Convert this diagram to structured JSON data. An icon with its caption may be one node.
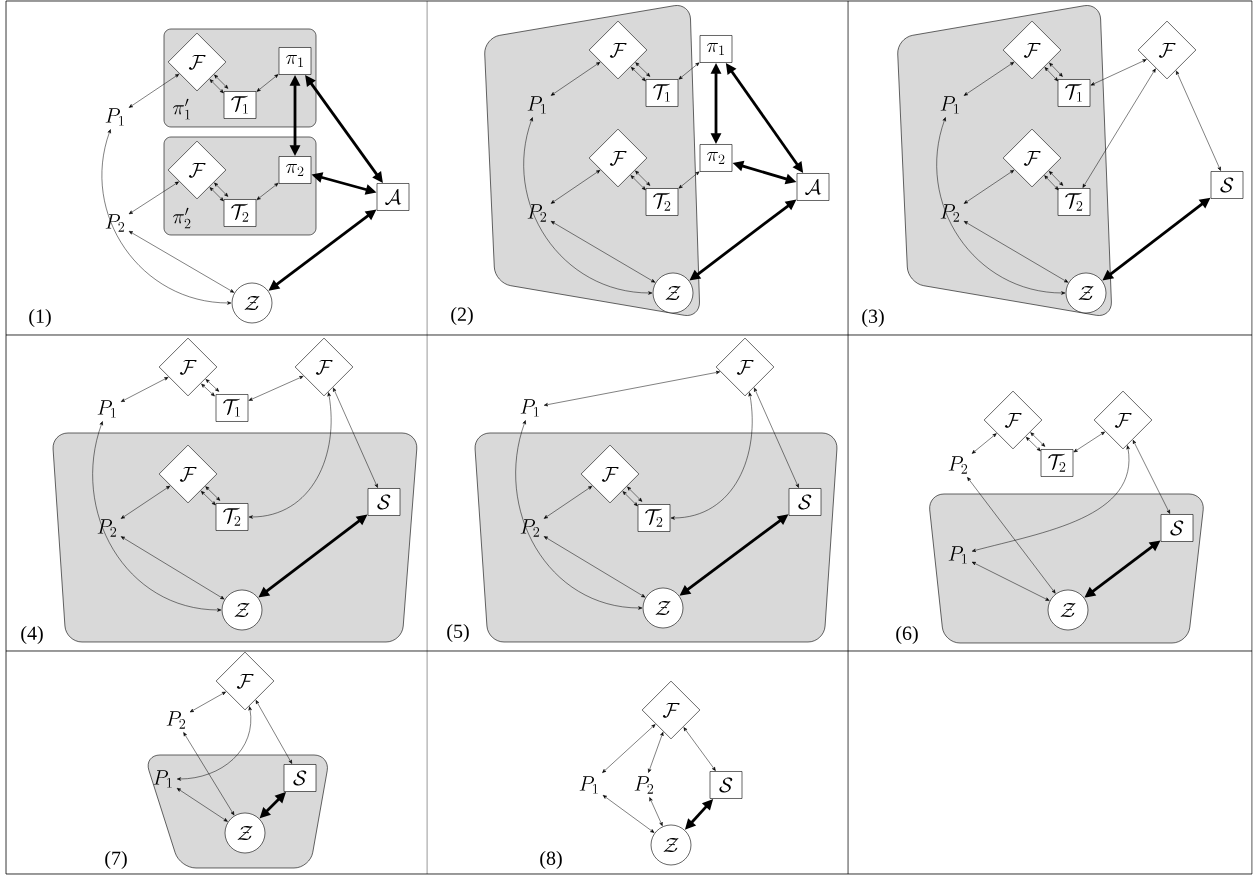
{
  "diagram": {
    "nodes": [
      {
        "text": [
          "\\pi'_1"
        ]
      },
      {
        "text": [
          "\\mathcal{F}"
        ],
        "in": 0
      },
      {
        "text": [
          "\\mathcal{T}_1"
        ],
        "in": 0
      },
      {
        "text": [
          "\\pi_1"
        ],
        "in": 0
      },
      {
        "text": [
          "P_1"
        ]
      },
      {
        "text": [
          "\\pi'_2"
        ]
      },
      {
        "text": [
          "\\mathcal{F}"
        ],
        "in": 5
      },
      {
        "text": [
          "\\mathcal{T}_2"
        ],
        "in": 5
      },
      {
        "text": [
          "\\pi_2"
        ],
        "in": 5
      },
      {
        "text": [
          "P_2"
        ]
      },
      {
        "text": [
          "\\mathcal{A}"
        ]
      },
      {
        "text": [
          "\\mathcal{Z}"
        ]
      },
      {
        "text": [],
        "shape": "box"
      },
      {
        "text": [
          "\\mathcal{F}"
        ],
        "in": 12
      },
      {
        "text": [
          "\\mathcal{T}_1"
        ],
        "in": 12
      },
      {
        "text": [
          "P_1"
        ],
        "in": 12
      },
      {
        "text": [
          "\\mathcal{F}"
        ],
        "in": 12
      },
      {
        "text": [
          "\\mathcal{T}_2"
        ],
        "in": 12
      },
      {
        "text": [
          "P_2"
        ],
        "in": 12
      },
      {
        "text": [
          "\\mathcal{Z}"
        ],
        "in": 12
      },
      {
        "text": [
          "\\pi_1"
        ]
      },
      {
        "text": [
          "\\pi_2"
        ]
      },
      {
        "text": [
          "\\mathcal{A}"
        ]
      },
      {
        "text": [],
        "shape": "box"
      },
      {
        "text": [
          "\\mathcal{F}"
        ],
        "in": 23
      },
      {
        "text": [
          "\\mathcal{T}_1"
        ],
        "in": 23
      },
      {
        "text": [
          "P_1"
        ],
        "in": 23
      },
      {
        "text": [
          "\\mathcal{F}"
        ],
        "in": 23
      },
      {
        "text": [
          "\\mathcal{T}_2"
        ],
        "in": 23
      },
      {
        "text": [
          "P_2"
        ],
        "in": 23
      },
      {
        "text": [
          "\\mathcal{Z}"
        ],
        "in": 23
      },
      {
        "text": [
          "\\mathcal{F}"
        ]
      },
      {
        "text": [
          "\\mathcal{S}"
        ]
      },
      {
        "text": [
          "\\mathcal{F}"
        ]
      },
      {
        "text": [
          "\\mathcal{T}_1"
        ]
      },
      {
        "text": [
          "P_1"
        ]
      },
      {
        "text": [
          "\\mathcal{F}"
        ]
      },
      {
        "text": [],
        "shape": "box"
      },
      {
        "text": [
          "\\mathcal{F}"
        ],
        "in": 37
      },
      {
        "text": [
          "\\mathcal{T}_2"
        ],
        "in": 37
      },
      {
        "text": [
          "P_2"
        ],
        "in": 37
      },
      {
        "text": [
          "\\mathcal{S}"
        ],
        "in": 37
      },
      {
        "text": [
          "\\mathcal{Z}"
        ],
        "in": 37
      },
      {
        "text": [
          "P_1"
        ]
      },
      {
        "text": [
          "\\mathcal{F}"
        ]
      },
      {
        "text": [],
        "shape": "box"
      },
      {
        "text": [
          "\\mathcal{F}"
        ],
        "in": 45
      },
      {
        "text": [
          "\\mathcal{T}_2"
        ],
        "in": 45
      },
      {
        "text": [
          "P_2"
        ],
        "in": 45
      },
      {
        "text": [
          "\\mathcal{S}"
        ],
        "in": 45
      },
      {
        "text": [
          "\\mathcal{Z}"
        ],
        "in": 45
      },
      {
        "text": [
          "\\mathcal{F}"
        ]
      },
      {
        "text": [
          "\\mathcal{F}"
        ]
      },
      {
        "text": [
          "P_2"
        ]
      },
      {
        "text": [
          "\\mathcal{T}_2"
        ]
      },
      {
        "text": [],
        "shape": "box"
      },
      {
        "text": [
          "\\mathcal{S}"
        ],
        "in": 55
      },
      {
        "text": [
          "P_1"
        ],
        "in": 55
      },
      {
        "text": [
          "\\mathcal{Z}"
        ],
        "in": 55
      },
      {
        "text": [
          "\\mathcal{F}"
        ]
      },
      {
        "text": [
          "P_2"
        ]
      },
      {
        "text": [],
        "shape": "box"
      },
      {
        "text": [
          "P_1"
        ],
        "in": 61
      },
      {
        "text": [
          "\\mathcal{S}"
        ],
        "in": 61
      },
      {
        "text": [
          "\\mathcal{Z}"
        ],
        "in": 61
      },
      {
        "text": [
          "\\mathcal{F}"
        ]
      },
      {
        "text": [
          "P_1"
        ]
      },
      {
        "text": [
          "P_2"
        ]
      },
      {
        "text": [
          "\\mathcal{S}"
        ]
      },
      {
        "text": [
          "\\mathcal{Z}"
        ]
      }
    ],
    "edges": [
      {
        "from": 4,
        "to": 1,
        "arrow": "both"
      },
      {
        "from": 1,
        "to": 2,
        "arrow": "both"
      },
      {
        "from": 1,
        "to": 2,
        "arrow": "both"
      },
      {
        "from": 2,
        "to": 3,
        "arrow": "both"
      },
      {
        "from": 3,
        "to": 8,
        "arrow": "both",
        "style": "thick"
      },
      {
        "from": 3,
        "to": 10,
        "arrow": "both",
        "style": "thick"
      },
      {
        "from": 9,
        "to": 6,
        "arrow": "both"
      },
      {
        "from": 6,
        "to": 7,
        "arrow": "both"
      },
      {
        "from": 6,
        "to": 7,
        "arrow": "both"
      },
      {
        "from": 7,
        "to": 8,
        "arrow": "both"
      },
      {
        "from": 8,
        "to": 10,
        "arrow": "both",
        "style": "thick"
      },
      {
        "from": 10,
        "to": 11,
        "arrow": "both",
        "style": "thick"
      },
      {
        "from": 9,
        "to": 11,
        "arrow": "both"
      },
      {
        "from": 4,
        "to": 11,
        "arrow": "both"
      },
      {
        "from": 15,
        "to": 13,
        "arrow": "both"
      },
      {
        "from": 13,
        "to": 14,
        "arrow": "both"
      },
      {
        "from": 13,
        "to": 14,
        "arrow": "both"
      },
      {
        "from": 14,
        "to": 20,
        "arrow": "both"
      },
      {
        "from": 20,
        "to": 21,
        "arrow": "both",
        "style": "thick"
      },
      {
        "from": 20,
        "to": 22,
        "arrow": "both",
        "style": "thick"
      },
      {
        "from": 18,
        "to": 16,
        "arrow": "both"
      },
      {
        "from": 16,
        "to": 17,
        "arrow": "both"
      },
      {
        "from": 16,
        "to": 17,
        "arrow": "both"
      },
      {
        "from": 17,
        "to": 21,
        "arrow": "both"
      },
      {
        "from": 21,
        "to": 22,
        "arrow": "both",
        "style": "thick"
      },
      {
        "from": 22,
        "to": 19,
        "arrow": "both",
        "style": "thick"
      },
      {
        "from": 18,
        "to": 19,
        "arrow": "both"
      },
      {
        "from": 15,
        "to": 19,
        "arrow": "both"
      },
      {
        "from": 26,
        "to": 24,
        "arrow": "both"
      },
      {
        "from": 24,
        "to": 25,
        "arrow": "both"
      },
      {
        "from": 24,
        "to": 25,
        "arrow": "both"
      },
      {
        "from": 25,
        "to": 31,
        "arrow": "both"
      },
      {
        "from": 31,
        "to": 28,
        "arrow": "both"
      },
      {
        "from": 31,
        "to": 32,
        "arrow": "both"
      },
      {
        "from": 32,
        "to": 30,
        "arrow": "both",
        "style": "thick"
      },
      {
        "from": 29,
        "to": 27,
        "arrow": "both"
      },
      {
        "from": 27,
        "to": 28,
        "arrow": "both"
      },
      {
        "from": 27,
        "to": 28,
        "arrow": "both"
      },
      {
        "from": 29,
        "to": 30,
        "arrow": "both"
      },
      {
        "from": 26,
        "to": 30,
        "arrow": "both"
      },
      {
        "from": 35,
        "to": 33,
        "arrow": "both"
      },
      {
        "from": 33,
        "to": 34,
        "arrow": "both"
      },
      {
        "from": 33,
        "to": 34,
        "arrow": "both"
      },
      {
        "from": 34,
        "to": 36,
        "arrow": "both"
      },
      {
        "from": 36,
        "to": 39,
        "arrow": "both"
      },
      {
        "from": 36,
        "to": 41,
        "arrow": "both"
      },
      {
        "from": 41,
        "to": 42,
        "arrow": "both",
        "style": "thick"
      },
      {
        "from": 40,
        "to": 38,
        "arrow": "both"
      },
      {
        "from": 38,
        "to": 39,
        "arrow": "both"
      },
      {
        "from": 38,
        "to": 39,
        "arrow": "both"
      },
      {
        "from": 40,
        "to": 42,
        "arrow": "both"
      },
      {
        "from": 35,
        "to": 42,
        "arrow": "both"
      },
      {
        "from": 43,
        "to": 44,
        "arrow": "both"
      },
      {
        "from": 44,
        "to": 47,
        "arrow": "both"
      },
      {
        "from": 44,
        "to": 49,
        "arrow": "both"
      },
      {
        "from": 49,
        "to": 50,
        "arrow": "both",
        "style": "thick"
      },
      {
        "from": 48,
        "to": 46,
        "arrow": "both"
      },
      {
        "from": 46,
        "to": 47,
        "arrow": "both"
      },
      {
        "from": 46,
        "to": 47,
        "arrow": "both"
      },
      {
        "from": 48,
        "to": 50,
        "arrow": "both"
      },
      {
        "from": 43,
        "to": 50,
        "arrow": "both"
      },
      {
        "from": 53,
        "to": 51,
        "arrow": "both"
      },
      {
        "from": 51,
        "to": 54,
        "arrow": "both"
      },
      {
        "from": 51,
        "to": 54,
        "arrow": "both"
      },
      {
        "from": 54,
        "to": 52,
        "arrow": "both"
      },
      {
        "from": 52,
        "to": 57,
        "arrow": "both"
      },
      {
        "from": 52,
        "to": 56,
        "arrow": "both"
      },
      {
        "from": 56,
        "to": 58,
        "arrow": "both",
        "style": "thick"
      },
      {
        "from": 57,
        "to": 58,
        "arrow": "both"
      },
      {
        "from": 53,
        "to": 58,
        "arrow": "both"
      },
      {
        "from": 60,
        "to": 59,
        "arrow": "both"
      },
      {
        "from": 59,
        "to": 62,
        "arrow": "both"
      },
      {
        "from": 59,
        "to": 63,
        "arrow": "both"
      },
      {
        "from": 63,
        "to": 64,
        "arrow": "both",
        "style": "thick"
      },
      {
        "from": 62,
        "to": 64,
        "arrow": "both"
      },
      {
        "from": 60,
        "to": 64,
        "arrow": "both"
      },
      {
        "from": 66,
        "to": 65,
        "arrow": "both"
      },
      {
        "from": 67,
        "to": 65,
        "arrow": "both"
      },
      {
        "from": 65,
        "to": 68,
        "arrow": "both"
      },
      {
        "from": 68,
        "to": 69,
        "arrow": "both",
        "style": "thick"
      },
      {
        "from": 66,
        "to": 69,
        "arrow": "both"
      },
      {
        "from": 67,
        "to": 69,
        "arrow": "both"
      }
    ],
    "labels": [
      "(1)",
      "(2)",
      "(3)",
      "(4)",
      "(5)",
      "(6)",
      "(7)",
      "(8)"
    ]
  }
}
